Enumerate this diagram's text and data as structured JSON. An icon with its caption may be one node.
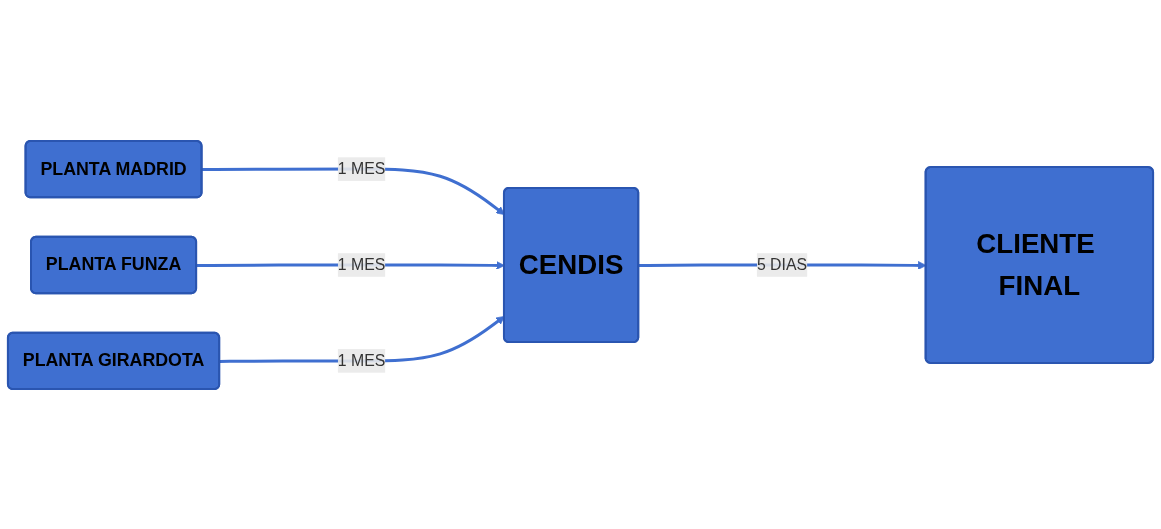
{
  "diagram": {
    "nodes": [
      {
        "text": [
          "PLANTA MADRID"
        ]
      },
      {
        "text": [
          "PLANTA FUNZA"
        ]
      },
      {
        "text": [
          "PLANTA GIRARDOTA"
        ]
      },
      {
        "text": [
          "CENDIS"
        ]
      },
      {
        "text": [
          "CLIENTE FINAL"
        ]
      }
    ],
    "edges": [
      {
        "from": 0,
        "to": 3,
        "arrow": "to",
        "label": "1 MES"
      },
      {
        "from": 1,
        "to": 3,
        "arrow": "to",
        "label": "1 MES"
      },
      {
        "from": 2,
        "to": 3,
        "arrow": "to",
        "label": "1 MES"
      },
      {
        "from": 3,
        "to": 4,
        "arrow": "to",
        "label": "5 DIAS"
      }
    ]
  }
}
